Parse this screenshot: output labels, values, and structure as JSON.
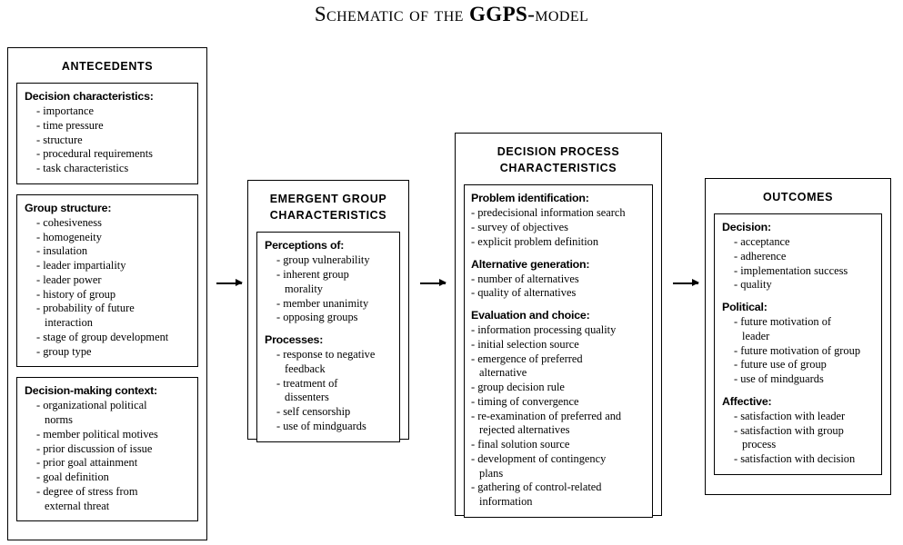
{
  "title": {
    "pre": "Schematic of the ",
    "strong": "GGPS",
    "post": "-model"
  },
  "boxes": {
    "antecedents": {
      "header": "ANTECEDENTS",
      "groups": [
        {
          "header": "Decision characteristics:",
          "items": [
            "importance",
            "time pressure",
            "structure",
            "procedural requirements",
            "task characteristics"
          ]
        },
        {
          "header": "Group structure:",
          "items": [
            "cohesiveness",
            "homogeneity",
            "insulation",
            "leader impartiality",
            "leader power",
            "history of group",
            "probability of future\n  interaction",
            "stage of group development",
            "group type"
          ]
        },
        {
          "header": "Decision-making context:",
          "items": [
            "organizational political\n  norms",
            "member political motives",
            "prior discussion of issue",
            "prior goal attainment",
            "goal definition",
            "degree of stress from\n  external threat"
          ]
        }
      ]
    },
    "emergent_group": {
      "header": "EMERGENT GROUP\nCHARACTERISTICS",
      "groups": [
        {
          "header": "Perceptions of:",
          "items": [
            "group vulnerability",
            "inherent group\n  morality",
            "member unanimity",
            "opposing groups"
          ]
        },
        {
          "header": "Processes:",
          "items": [
            "response to negative\n  feedback",
            "treatment of\n  dissenters",
            "self censorship",
            "use of mindguards"
          ]
        }
      ]
    },
    "decision_process": {
      "header": "DECISION PROCESS\nCHARACTERISTICS",
      "groups": [
        {
          "header": "Problem identification:",
          "items": [
            "predecisional information search",
            "survey of objectives",
            "explicit problem definition"
          ]
        },
        {
          "header": "Alternative generation:",
          "items": [
            "number of alternatives",
            "quality of alternatives"
          ]
        },
        {
          "header": "Evaluation and choice:",
          "items": [
            "information processing quality",
            "initial selection source",
            "emergence of preferred\n  alternative",
            "group decision rule",
            "timing of convergence",
            "re-examination of preferred and\n  rejected alternatives",
            "final solution source",
            "development of contingency\n  plans",
            "gathering of control-related\n  information"
          ]
        }
      ]
    },
    "outcomes": {
      "header": "OUTCOMES",
      "groups": [
        {
          "header": "Decision:",
          "items": [
            "acceptance",
            "adherence",
            "implementation success",
            "quality"
          ]
        },
        {
          "header": "Political:",
          "items": [
            "future motivation of\n  leader",
            "future motivation of group",
            "future use of group",
            "use of mindguards"
          ]
        },
        {
          "header": "Affective:",
          "items": [
            "satisfaction with leader",
            "satisfaction with group\n  process",
            "satisfaction with decision"
          ]
        }
      ]
    }
  },
  "arrows": [
    {
      "name": "arrow-antecedents-to-emergent"
    },
    {
      "name": "arrow-emergent-to-process"
    },
    {
      "name": "arrow-process-to-outcomes"
    }
  ],
  "colors": {
    "line": "#000000",
    "background": "#ffffff",
    "text": "#000000"
  }
}
